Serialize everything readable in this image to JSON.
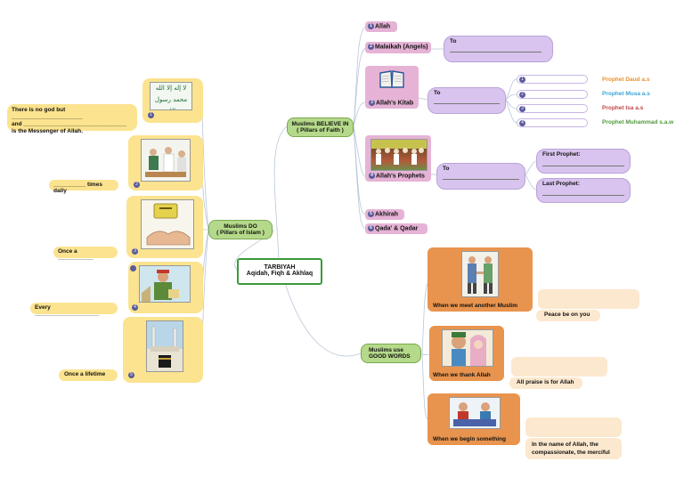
{
  "center": {
    "line1": "TARBIYAH",
    "line2": "Aqidah, Fiqh & Akhlaq"
  },
  "believe": {
    "title": "Muslims BELIEVE IN",
    "subtitle": "( Pillars of Faith )",
    "items": [
      {
        "num": "1",
        "label": "Allah"
      },
      {
        "num": "2",
        "label": "Malaikah (Angels)"
      },
      {
        "num": "3",
        "label": "Allah's Kitab"
      },
      {
        "num": "4",
        "label": "Allah's Prophets"
      },
      {
        "num": "5",
        "label": "Akhirah"
      },
      {
        "num": "6",
        "label": "Qada' & Qadar"
      }
    ],
    "to_label": "To",
    "books": [
      {
        "num": "1",
        "prophet": "Prophet Daud a.s",
        "color": "#e8902f"
      },
      {
        "num": "2",
        "prophet": "Prophet Musa a.s",
        "color": "#3aa6d8"
      },
      {
        "num": "3",
        "prophet": "Prophet Isa a.s",
        "color": "#c04848"
      },
      {
        "num": "4",
        "prophet": "Prophet Muhammad s.a.w",
        "color": "#4f9a3a"
      }
    ],
    "first_prophet": "First Prophet:",
    "last_prophet": "Last Prophet:"
  },
  "do": {
    "title": "Muslims DO",
    "subtitle": "( Pillars of Islam )",
    "pillars": [
      {
        "num": "1",
        "text1": "There is no god but ______________________",
        "text2": "and ________________________________",
        "text3": "is the Messenger of Allah."
      },
      {
        "num": "2",
        "text": "__________ times daily"
      },
      {
        "num": "3",
        "text": "Once a ___________"
      },
      {
        "num": "4",
        "text": "Every ____________________"
      },
      {
        "num": "5",
        "text": "Once a lifetime"
      }
    ],
    "shahada_line1": "لا إله إلا الله",
    "shahada_line2": "محمد رسول الله"
  },
  "good_words": {
    "title": "Muslims use",
    "subtitle": "GOOD WORDS",
    "items": [
      {
        "situation": "When we meet another Muslim",
        "meaning": "Peace be on you"
      },
      {
        "situation": "When we thank Allah",
        "meaning": "All praise is for Allah"
      },
      {
        "situation": "When we begin something",
        "meaning": "In the name of Allah, the compassionate, the merciful"
      }
    ]
  },
  "colors": {
    "pink": "#e6b3d6",
    "lavender": "#d8c4ee",
    "yellow": "#fbe38f",
    "orange": "#e8944e",
    "cream": "#fce8cf",
    "green": "#b5d98a",
    "center_border": "#3a9a3a"
  }
}
